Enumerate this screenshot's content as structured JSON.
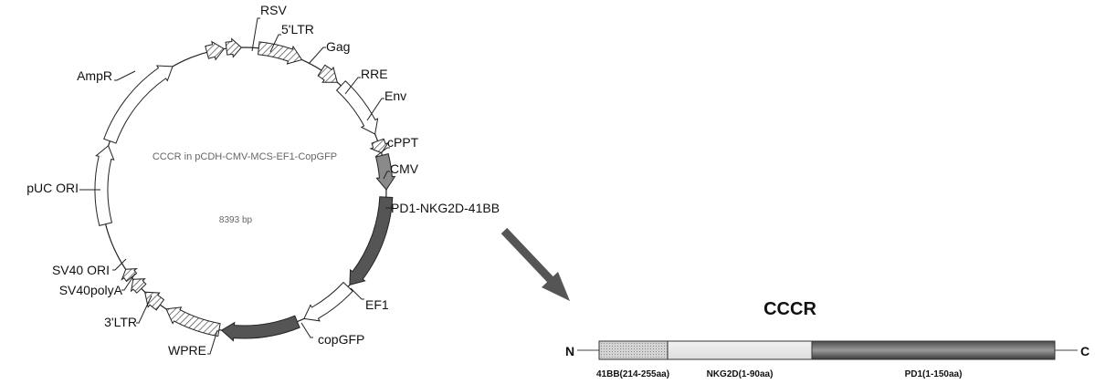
{
  "plasmid": {
    "name": "CCCR in pCDH-CMV-MCS-EF1-CopGFP",
    "size": "8393 bp",
    "features": [
      {
        "id": "rsv",
        "label": "RSV",
        "a0": -15,
        "a1": -8,
        "style": "hatch"
      },
      {
        "id": "ltr5",
        "label": "5'LTR",
        "a0": -7,
        "a1": -1,
        "style": "hatch"
      },
      {
        "id": "gag",
        "label": "Gag",
        "a0": 6,
        "a1": 24,
        "style": "hatch"
      },
      {
        "id": "rre",
        "label": "RRE",
        "a0": 33,
        "a1": 41,
        "style": "hatch"
      },
      {
        "id": "env",
        "label": "Env",
        "a0": 43,
        "a1": 67,
        "style": "white"
      },
      {
        "id": "cppt",
        "label": "cPPT",
        "a0": 70,
        "a1": 75,
        "style": "hatch"
      },
      {
        "id": "cmv",
        "label": "CMV",
        "a0": 76,
        "a1": 90,
        "style": "midgray"
      },
      {
        "id": "pd1",
        "label": "PD1-NKG2D-41BB",
        "a0": 93,
        "a1": 132,
        "style": "dark"
      },
      {
        "id": "ef1",
        "label": "EF1",
        "a0": 133,
        "a1": 155,
        "style": "white"
      },
      {
        "id": "copgfp",
        "label": "copGFP",
        "a0": 158,
        "a1": 189,
        "style": "dark"
      },
      {
        "id": "wpre",
        "label": "WPRE",
        "a0": 190,
        "a1": 213,
        "style": "hatch"
      },
      {
        "id": "ltr3",
        "label": "3'LTR",
        "a0": 216,
        "a1": 224,
        "style": "hatch"
      },
      {
        "id": "sv40polya",
        "label": "SV40polyA",
        "a0": 226,
        "a1": 231,
        "style": "hatch"
      },
      {
        "id": "sv40ori",
        "label": "SV40 ORI",
        "a0": 232,
        "a1": 236,
        "style": "hatch"
      },
      {
        "id": "puc",
        "label": "pUC ORI",
        "a0": 256,
        "a1": 288,
        "style": "white"
      },
      {
        "id": "ampr",
        "label": "AmpR",
        "a0": 290,
        "a1": 330,
        "style": "white"
      }
    ]
  },
  "construct": {
    "title": "CCCR",
    "n_terminal": "N",
    "c_terminal": "C",
    "segments": [
      {
        "id": "41bb",
        "label": "41BB(214-255aa)",
        "style": "dots"
      },
      {
        "id": "nkg2d",
        "label": "NKG2D(1-90aa)",
        "style": "light"
      },
      {
        "id": "pd1",
        "label": "PD1(1-150aa)",
        "style": "dark"
      }
    ]
  },
  "colors": {
    "outline": "#222222",
    "dark_fill": "#555555",
    "mid_fill": "#8a8a8a",
    "arrow": "#555555"
  }
}
